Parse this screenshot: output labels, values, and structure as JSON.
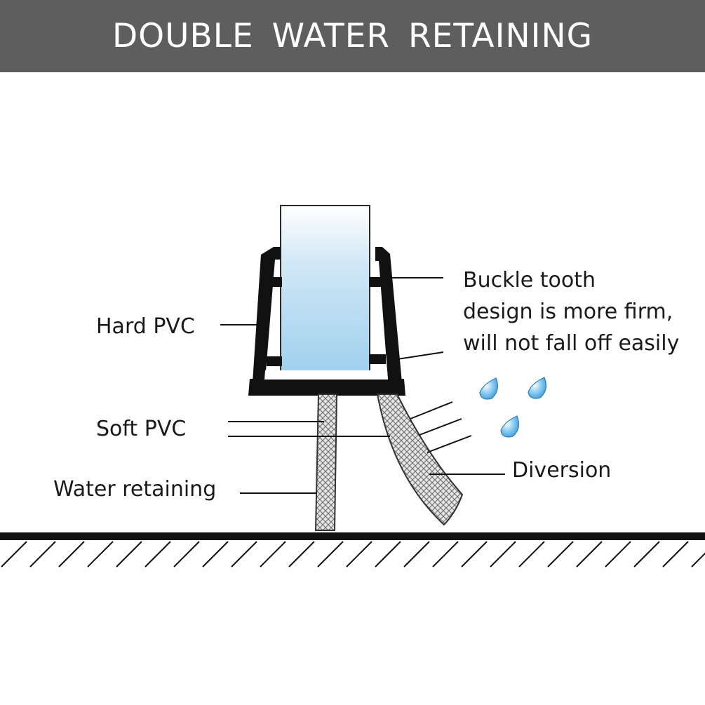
{
  "header": {
    "title": "DOUBLE WATER RETAINING"
  },
  "labels": {
    "hard_pvc": "Hard PVC",
    "soft_pvc": "Soft PVC",
    "water_retaining": "Water retaining",
    "buckle_line1": "Buckle tooth",
    "buckle_line2": "design is more firm,",
    "buckle_line3": "will not fall off easily",
    "diversion": "Diversion"
  },
  "colors": {
    "header_bg": "#5e5e5e",
    "header_text": "#ffffff",
    "frame": "#111111",
    "glass_top": "#ffffff",
    "glass_bottom": "#a6d3ee",
    "drop": "#5bb6ea"
  }
}
